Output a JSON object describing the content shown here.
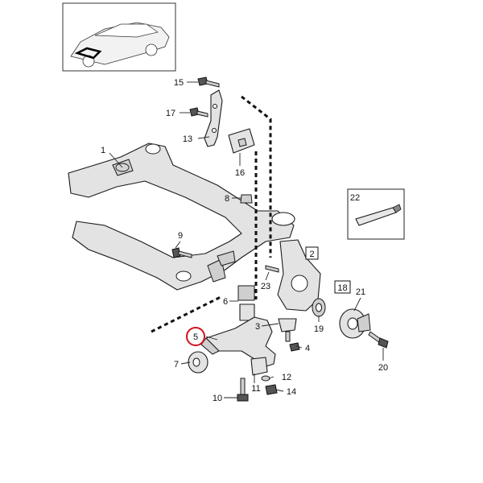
{
  "callouts": [
    {
      "id": "c1",
      "text": "1"
    },
    {
      "id": "c2",
      "text": "2"
    },
    {
      "id": "c3",
      "text": "3"
    },
    {
      "id": "c4",
      "text": "4"
    },
    {
      "id": "c5",
      "text": "5"
    },
    {
      "id": "c6",
      "text": "6"
    },
    {
      "id": "c7",
      "text": "7"
    },
    {
      "id": "c8",
      "text": "8"
    },
    {
      "id": "c9",
      "text": "9"
    },
    {
      "id": "c10",
      "text": "10"
    },
    {
      "id": "c11",
      "text": "11"
    },
    {
      "id": "c12",
      "text": "12"
    },
    {
      "id": "c13",
      "text": "13"
    },
    {
      "id": "c14",
      "text": "14"
    },
    {
      "id": "c15",
      "text": "15"
    },
    {
      "id": "c16",
      "text": "16"
    },
    {
      "id": "c17",
      "text": "17"
    },
    {
      "id": "c18",
      "text": "18"
    },
    {
      "id": "c19",
      "text": "19"
    },
    {
      "id": "c20",
      "text": "20"
    },
    {
      "id": "c21",
      "text": "21"
    },
    {
      "id": "c22",
      "text": "22"
    },
    {
      "id": "c23",
      "text": "23"
    }
  ],
  "colors": {
    "highlight_ring": "#d0101e",
    "ink": "#111111"
  }
}
